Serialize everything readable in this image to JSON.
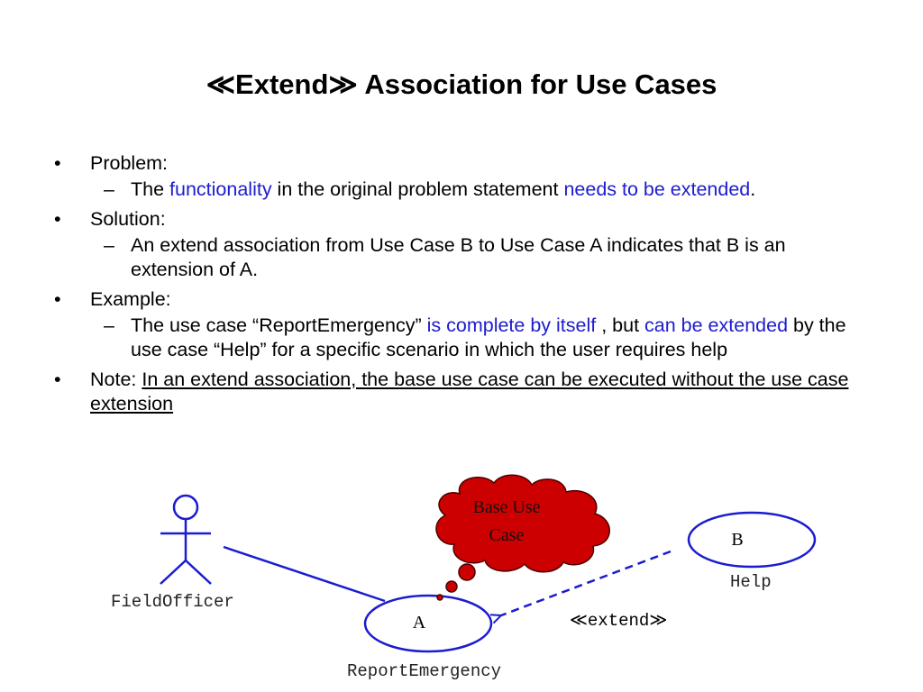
{
  "slide": {
    "title": "≪Extend≫ Association  for Use Cases",
    "bullets": {
      "problem_label": "Problem:",
      "problem_sub": {
        "t1": "The ",
        "t2": "functionality",
        "t3": " in the original problem statement ",
        "t4": "needs to be extended",
        "t5": "."
      },
      "solution_label": "Solution:",
      "solution_sub": "An extend association from Use Case B to Use Case A indicates that B is an extension of A.",
      "example_label": "Example:",
      "example_sub": {
        "t1": "The use case “ReportEmergency” ",
        "t2": "is complete by itself",
        "t3": " , but ",
        "t4": "can be extended",
        "t5": " by the use case “Help” for a specific scenario in which the user requires help"
      },
      "note_label": "Note: ",
      "note_text": "In an extend association, the base use case can be executed without the use case extension"
    }
  },
  "diagram": {
    "actor_label": "FieldOfficer",
    "usecase_a_letter": "A",
    "usecase_a_label": "ReportEmergency",
    "usecase_b_letter": "B",
    "usecase_b_label": "Help",
    "extend_label": "extend",
    "extend_open": "≪",
    "extend_close": "≫",
    "cloud_text_line1": "Base Use",
    "cloud_text_line2": "Case",
    "colors": {
      "accent_blue": "#1c1ccf",
      "cloud_red": "#cc0000"
    }
  }
}
